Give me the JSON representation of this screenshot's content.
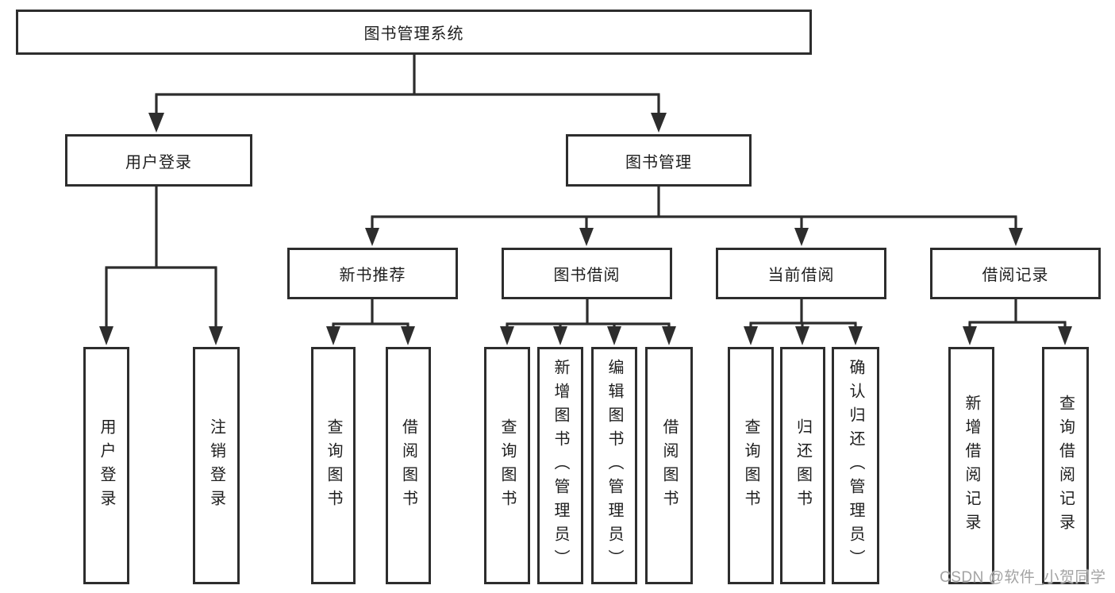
{
  "diagram": {
    "title": "图书管理系统",
    "nodes": {
      "root": "图书管理系统",
      "user_login": "用户登录",
      "book_mgmt": "图书管理",
      "new_book_rec": "新书推荐",
      "book_borrow": "图书借阅",
      "current_borrow": "当前借阅",
      "borrow_records": "借阅记录",
      "leaf_user_login": "用户登录",
      "leaf_logout": "注销登录",
      "leaf_query_book_1": "查询图书",
      "leaf_borrow_book_1": "借阅图书",
      "leaf_query_book_2": "查询图书",
      "leaf_add_book": "新增图书（管理员）",
      "leaf_edit_book": "编辑图书（管理员）",
      "leaf_borrow_book_2": "借阅图书",
      "leaf_query_book_3": "查询图书",
      "leaf_return_book": "归还图书",
      "leaf_confirm_return": "确认归还（管理员）",
      "leaf_add_record": "新增借阅记录",
      "leaf_query_record": "查询借阅记录"
    },
    "colors": {
      "line": "#2d2d2d",
      "box_border": "#2d2d2d",
      "text": "#1e1e1e",
      "background": "#ffffff",
      "watermark": "#a3a3a3"
    }
  },
  "watermark": "CSDN @软件_小贺同学"
}
